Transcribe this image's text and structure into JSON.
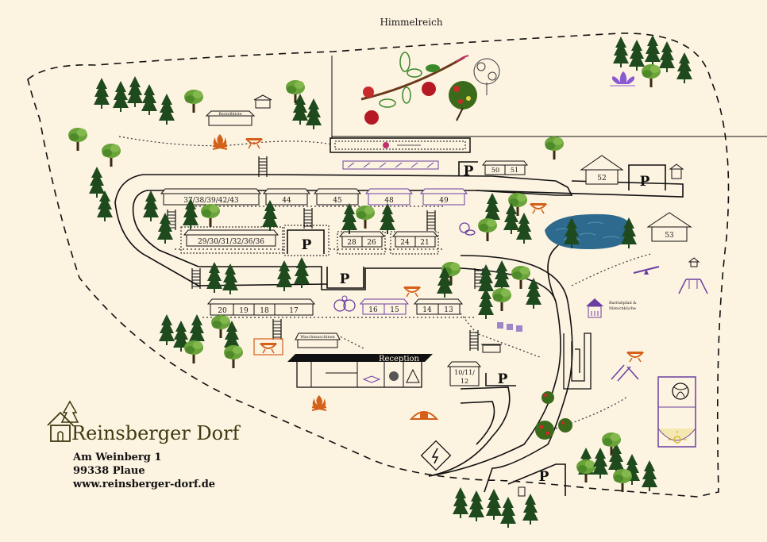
{
  "map": {
    "top_label": "Himmelreich",
    "reception_label": "Reception",
    "brand_name": "Reinsberger Dorf",
    "address": {
      "street": "Am Weinberg 1",
      "city": "99338 Plaue",
      "website": "www.reinsberger-dorf.de"
    },
    "small_labels": {
      "cabin_top_left": "Bestellkiste",
      "laundry": "Waschmaschinen",
      "barefoot": "Barfußpfad &",
      "mud_kitchen": "Matschküche"
    },
    "parking_symbol": "P",
    "houses": {
      "h37": "37/38/39/42/43",
      "h44": "44",
      "h45": "45",
      "h48": "48",
      "h49": "49",
      "h50": "50",
      "h51": "51",
      "h52": "52",
      "h53": "53",
      "h29": "29/30/31/32/36/36",
      "h28": "28",
      "h26": "26",
      "h24": "24",
      "h21": "21",
      "h20": "20",
      "h19": "19",
      "h18": "18",
      "h17": "17",
      "h16": "16",
      "h15": "15",
      "h14": "14",
      "h13": "13",
      "h10": "10/11/",
      "h12": "12"
    },
    "colors": {
      "background": "#fdf3e1",
      "tree_dark": "#1e4a1e",
      "tree_light": "#4f8a2a",
      "lake": "#2e6a8e",
      "bbq_orange": "#d4601a",
      "accent_purple": "#6a3fa0",
      "road": "#111111"
    },
    "icons": [
      "bbq-icon",
      "playground-icon",
      "swing-icon",
      "slide-icon",
      "volleyball-icon",
      "sun-icon",
      "lightning-icon",
      "ping-pong-icon",
      "lotus-icon",
      "apple-branch-icon",
      "dog-icon"
    ]
  }
}
